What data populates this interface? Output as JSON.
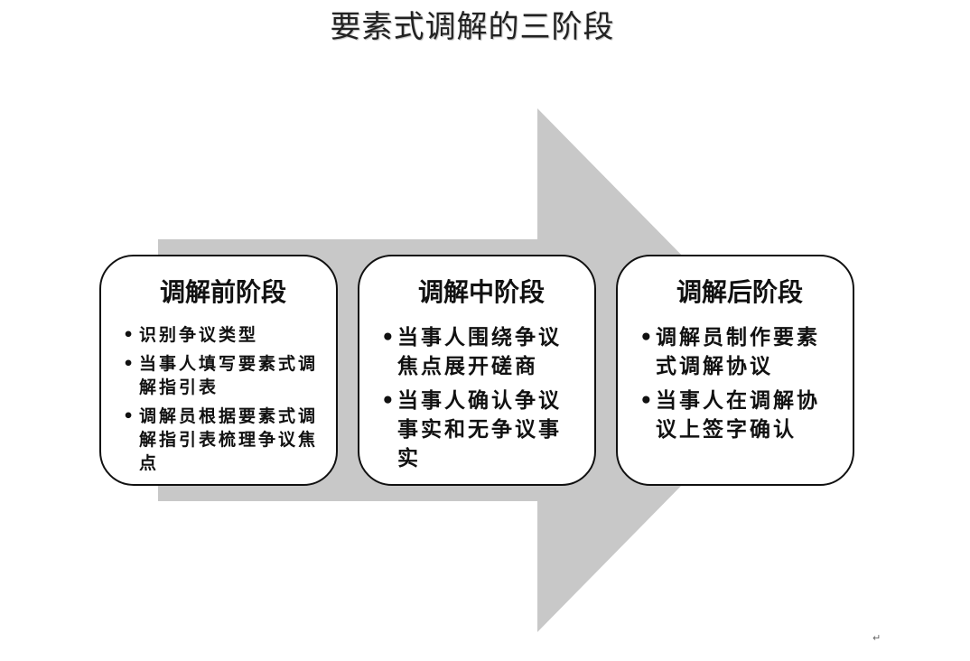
{
  "title": "要素式调解的三阶段",
  "colors": {
    "arrow": "#c8c8c8",
    "box_border": "#111111",
    "box_fill": "#ffffff"
  },
  "stages": [
    {
      "heading": "调解前阶段",
      "items": [
        "识别争议类型",
        "当事人填写要素式调解指引表",
        "调解员根据要素式调解指引表梳理争议焦点"
      ]
    },
    {
      "heading": "调解中阶段",
      "items": [
        "当事人围绕争议焦点展开磋商",
        "当事人确认争议事实和无争议事实"
      ]
    },
    {
      "heading": "调解后阶段",
      "items": [
        "调解员制作要素式调解协议",
        "当事人在调解协议上签字确认"
      ]
    }
  ],
  "paragraph_mark": "↵"
}
